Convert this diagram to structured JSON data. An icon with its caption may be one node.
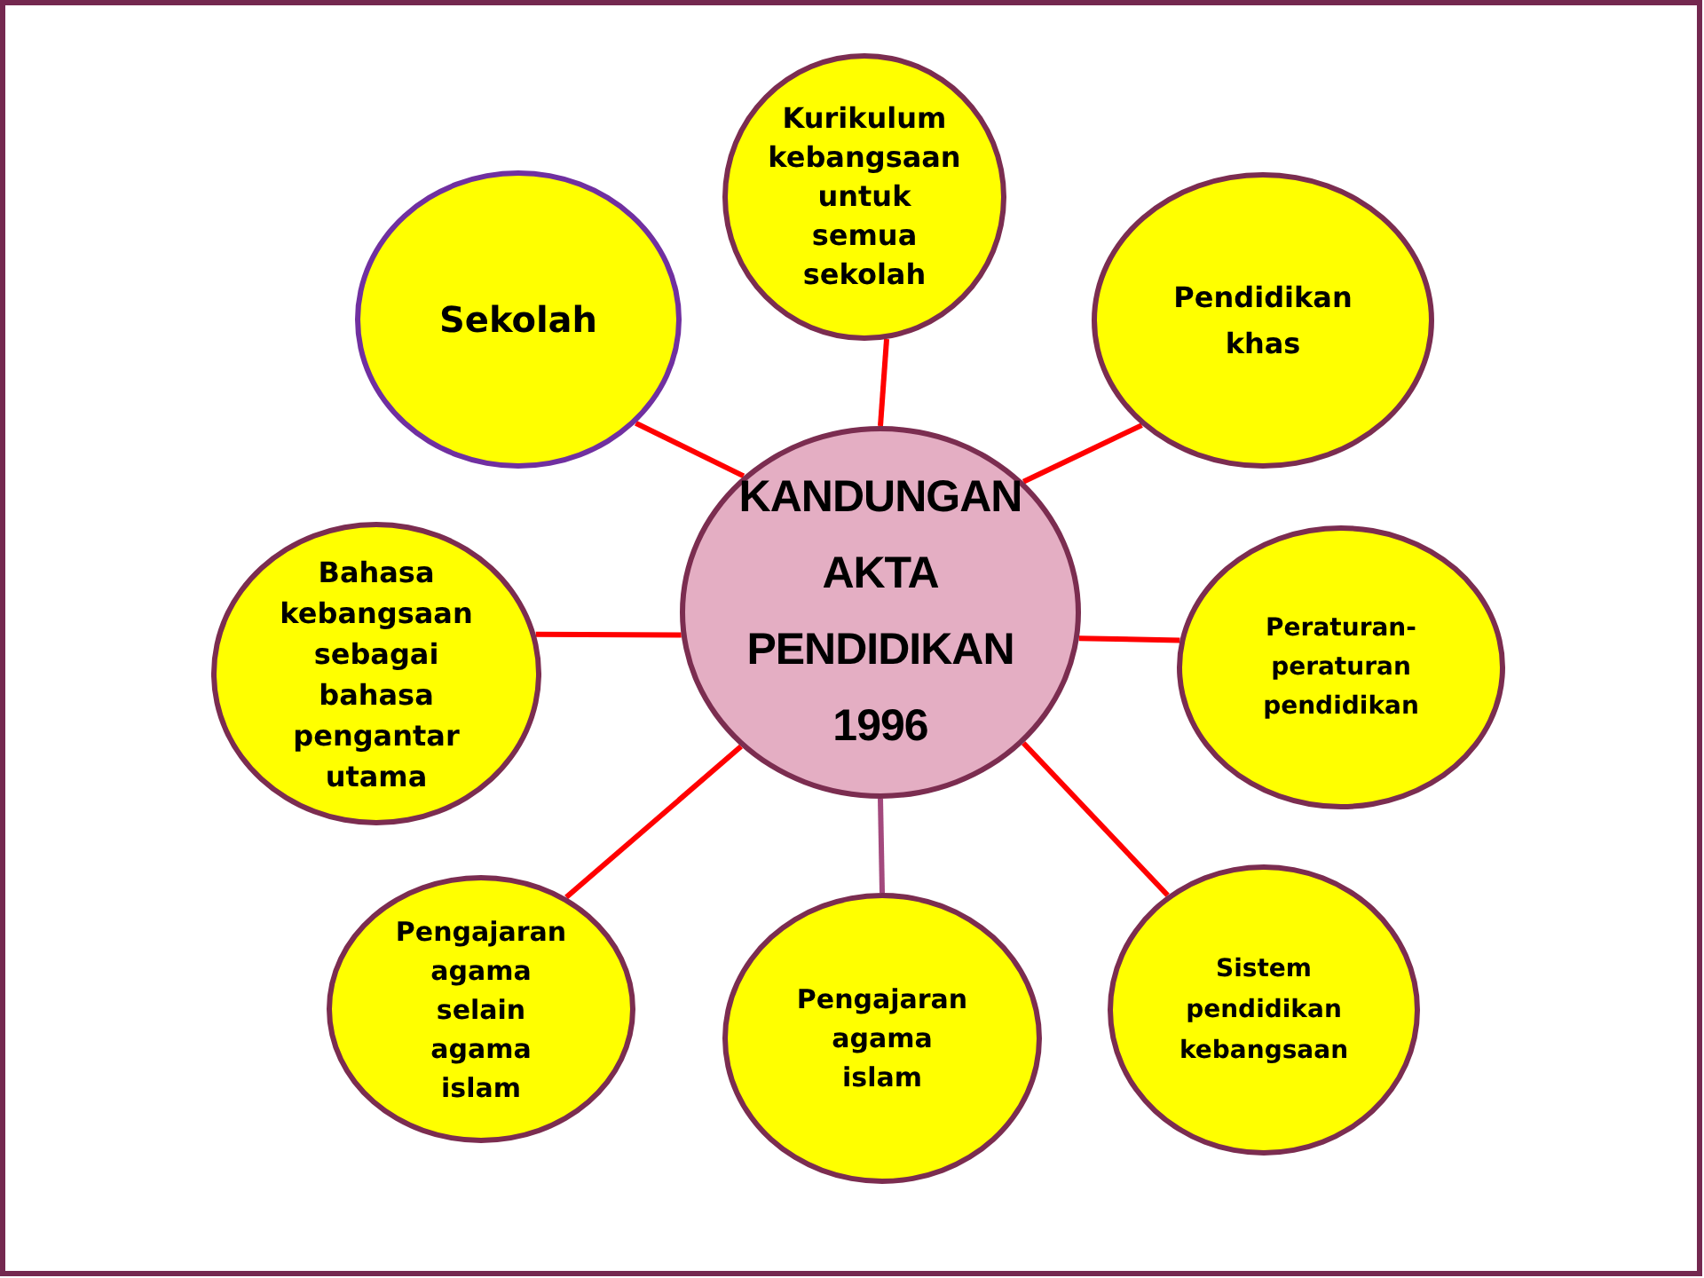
{
  "diagram": {
    "nodes": [
      {
        "text": [
          "Kurikulum kebangsaan untuk semua sekolah"
        ]
      },
      {
        "text": [
          "Sekolah"
        ]
      },
      {
        "text": [
          "Pendidikan khas"
        ]
      },
      {
        "text": [
          "KANDUNGAN AKTA PENDIDIKAN 1996"
        ]
      },
      {
        "text": [
          "Bahasa kebangsaan sebagai bahasa pengantar utama"
        ]
      },
      {
        "text": [
          "Peraturan-peraturan pendidikan"
        ]
      },
      {
        "text": [
          "Pengajaran agama selain agama islam"
        ]
      },
      {
        "text": [
          "Pengajaran agama islam"
        ]
      },
      {
        "text": [
          "Sistem pendidikan kebangsaan"
        ]
      }
    ],
    "edges": [
      {
        "from": 3,
        "to": 0,
        "arrow": "none"
      },
      {
        "from": 3,
        "to": 1,
        "arrow": "none"
      },
      {
        "from": 3,
        "to": 2,
        "arrow": "none"
      },
      {
        "from": 3,
        "to": 4,
        "arrow": "none"
      },
      {
        "from": 3,
        "to": 5,
        "arrow": "none"
      },
      {
        "from": 3,
        "to": 6,
        "arrow": "none"
      },
      {
        "from": 3,
        "to": 7,
        "arrow": "none",
        "color": "#a3497d"
      },
      {
        "from": 3,
        "to": 8,
        "arrow": "none"
      }
    ]
  }
}
